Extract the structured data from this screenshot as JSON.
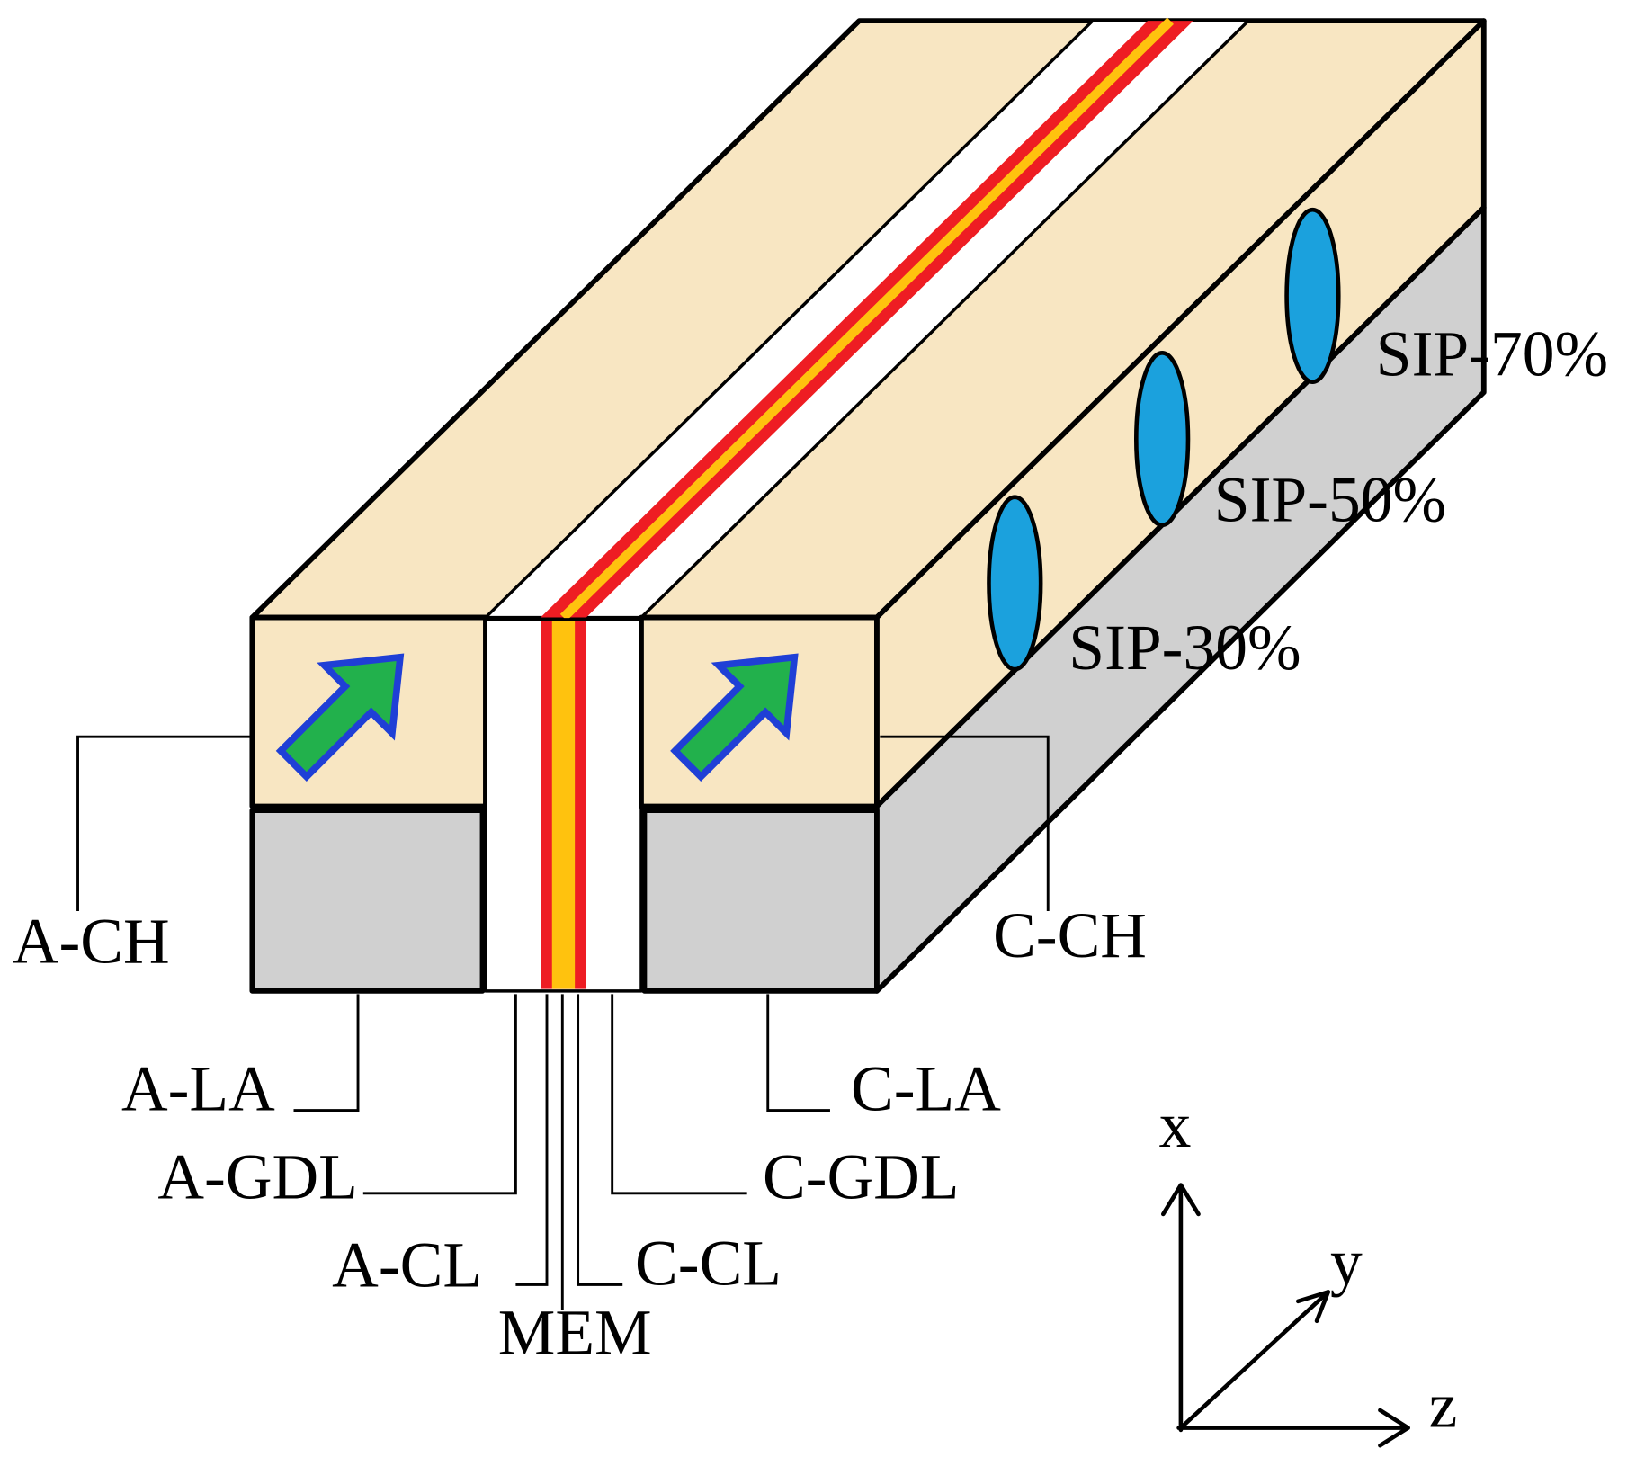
{
  "labels": {
    "anode_channel": "A-CH",
    "cathode_channel": "C-CH",
    "anode_land": "A-LA",
    "anode_gdl": "A-GDL",
    "anode_cl": "A-CL",
    "membrane": "MEM",
    "cathode_cl": "C-CL",
    "cathode_gdl": "C-GDL",
    "cathode_land": "C-LA"
  },
  "sip_points": [
    {
      "label": "SIP-30%"
    },
    {
      "label": "SIP-50%"
    },
    {
      "label": "SIP-70%"
    }
  ],
  "axes": {
    "x": "x",
    "y": "y",
    "z": "z"
  },
  "icons": {
    "flow_arrow": "flow-arrow-icon"
  },
  "colors": {
    "channel": "#f8e6c2",
    "land": "#d0d0d0",
    "gdl": "#ffffff",
    "catalyst": "#ee1d23",
    "membrane": "#ffc20e",
    "sip_marker": "#1ba1dd",
    "arrow_fill": "#22b14c",
    "arrow_outline": "#1f3fd6"
  }
}
